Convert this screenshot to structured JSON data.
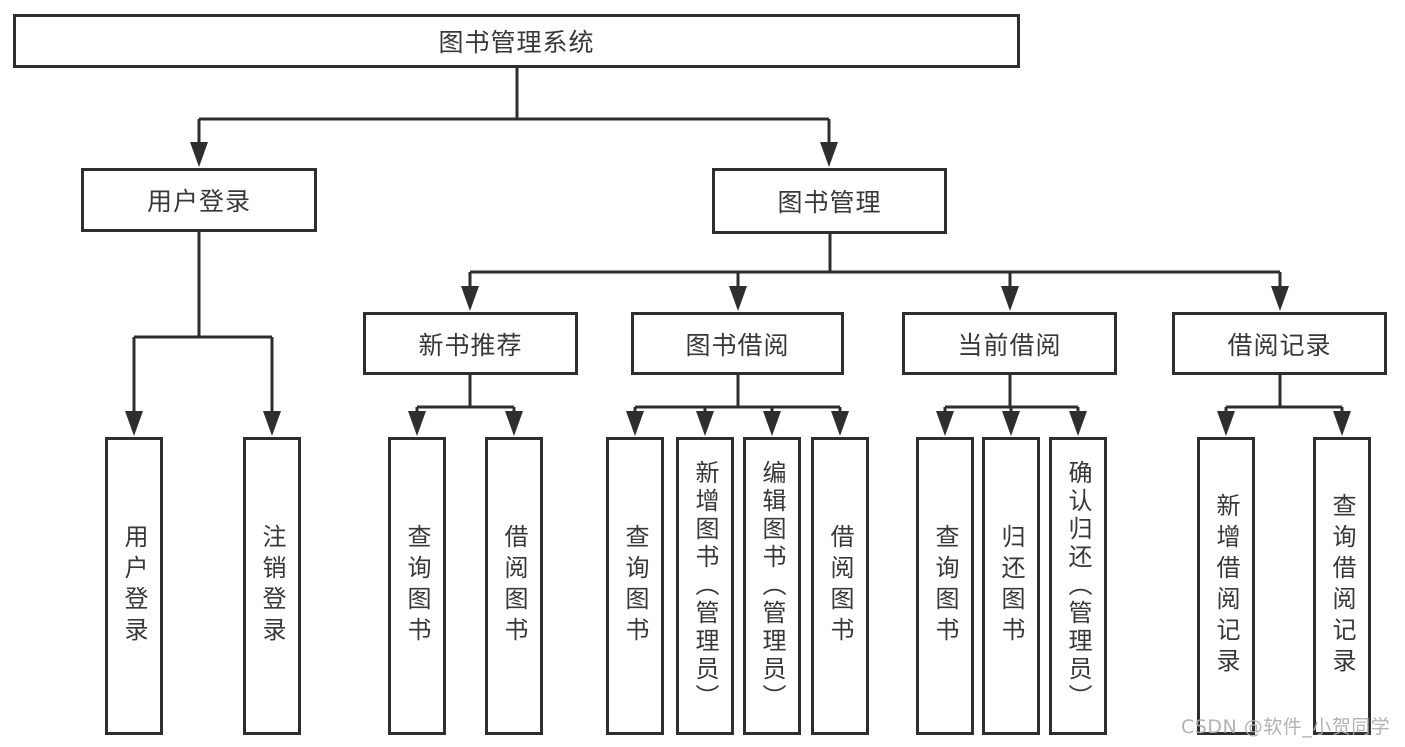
{
  "diagram": {
    "title": "图书管理系统",
    "branches": [
      {
        "label": "用户登录",
        "children": [
          {
            "label": "用户登录"
          },
          {
            "label": "注销登录"
          }
        ]
      },
      {
        "label": "图书管理",
        "children": [
          {
            "label": "新书推荐",
            "children": [
              {
                "label": "查询图书"
              },
              {
                "label": "借阅图书"
              }
            ]
          },
          {
            "label": "图书借阅",
            "children": [
              {
                "label": "查询图书"
              },
              {
                "label": "新增图书（管理员）"
              },
              {
                "label": "编辑图书（管理员）"
              },
              {
                "label": "借阅图书"
              }
            ]
          },
          {
            "label": "当前借阅",
            "children": [
              {
                "label": "查询图书"
              },
              {
                "label": "归还图书"
              },
              {
                "label": "确认归还（管理员）"
              }
            ]
          },
          {
            "label": "借阅记录",
            "children": [
              {
                "label": "新增借阅记录"
              },
              {
                "label": "查询借阅记录"
              }
            ]
          }
        ]
      }
    ]
  },
  "watermark": {
    "text": "CSDN @软件_小贺同学"
  },
  "colors": {
    "line": "#2e2e2e",
    "text": "#383838",
    "background": "#ffffff",
    "watermark": "#ababab"
  }
}
